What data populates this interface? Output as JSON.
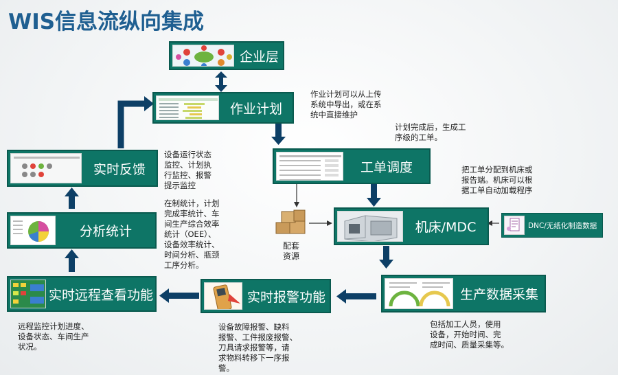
{
  "title": "WIS信息流纵向集成",
  "boxes": {
    "enterprise": "企业层",
    "plan": "作业计划",
    "dispatch": "工单调度",
    "machine": "机床/MDC",
    "collect": "生产数据采集",
    "alarm": "实时报警功能",
    "remote": "实时远程查看功能",
    "analysis": "分析统计",
    "feedback": "实时反馈",
    "dnc": "DNC/无纸化制造数据"
  },
  "resources": "配套\n资源",
  "notes": {
    "plan": "作业计划可以从上传\n系统中导出，或在系\n统中直接维护",
    "dispatch": "计划完成后，生成工\n序级的工单。",
    "machine": "把工单分配到机床或\n报告端。机床可以根\n据工单自动加载程序",
    "feedback": "设备运行状态\n监控、计划执\n行监控、报警\n提示监控",
    "analysis": "在制统计，计划\n完成率统计、车\n间生产综合效率\n统计（OEE）、\n设备效率统计、\n时间分析、瓶颈\n工序分析。",
    "remote": "远程监控计划进度、\n设备状态、车间生产\n状况。",
    "alarm": "设备故障报警、缺料\n报警、工件报废报警、\n刀具请求报警等，请\n求物料转移下一序报\n警。",
    "collect": "包括加工人员，使用\n设备，开始时间、完\n成时间、质量采集等。"
  },
  "colors": {
    "box": "#0e7566",
    "arrow": "#0d3f66",
    "title": "#1f5f91"
  }
}
